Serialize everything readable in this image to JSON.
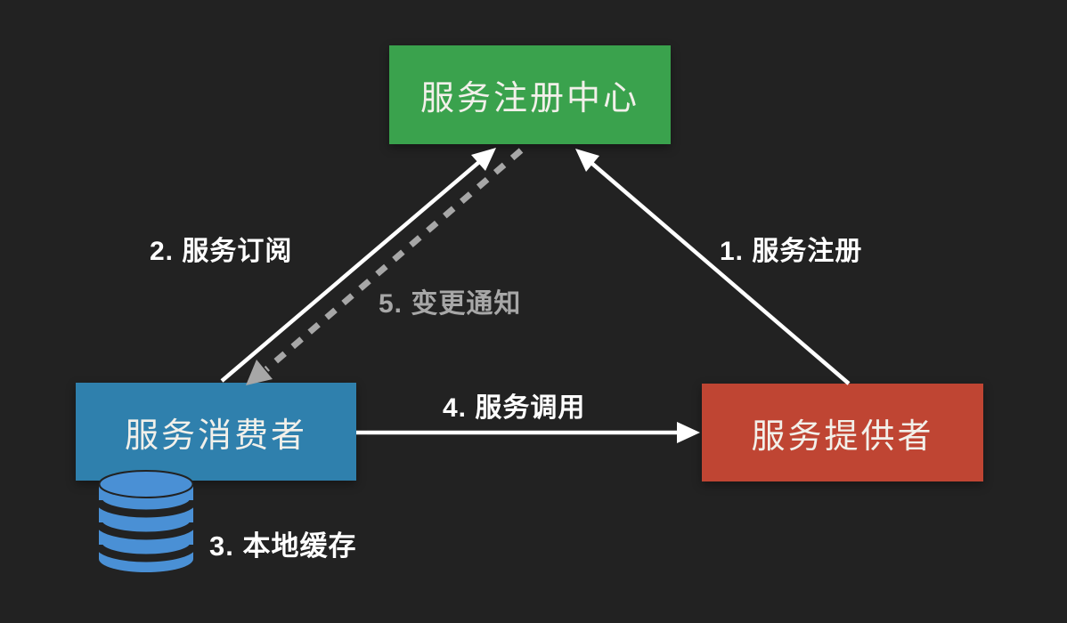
{
  "canvas": {
    "background": "#222222"
  },
  "nodes": {
    "registry": {
      "label": "服务注册中心",
      "color": "#3aa24d"
    },
    "consumer": {
      "label": "服务消费者",
      "color": "#2f80ad"
    },
    "provider": {
      "label": "服务提供者",
      "color": "#bf4533"
    }
  },
  "edges": {
    "register": {
      "label": "1. 服务注册",
      "from": "provider",
      "to": "registry",
      "style": "solid",
      "color": "#ffffff"
    },
    "subscribe": {
      "label": "2. 服务订阅",
      "from": "consumer",
      "to": "registry",
      "style": "solid",
      "color": "#ffffff"
    },
    "notify": {
      "label": "5. 变更通知",
      "from": "registry",
      "to": "consumer",
      "style": "dashed",
      "color": "#a7a7a7"
    },
    "invoke": {
      "label": "4. 服务调用",
      "from": "consumer",
      "to": "provider",
      "style": "solid",
      "color": "#ffffff"
    }
  },
  "annotations": {
    "local_cache": {
      "label": "3. 本地缓存",
      "icon": "database-icon",
      "icon_color": "#4a90d5"
    }
  }
}
